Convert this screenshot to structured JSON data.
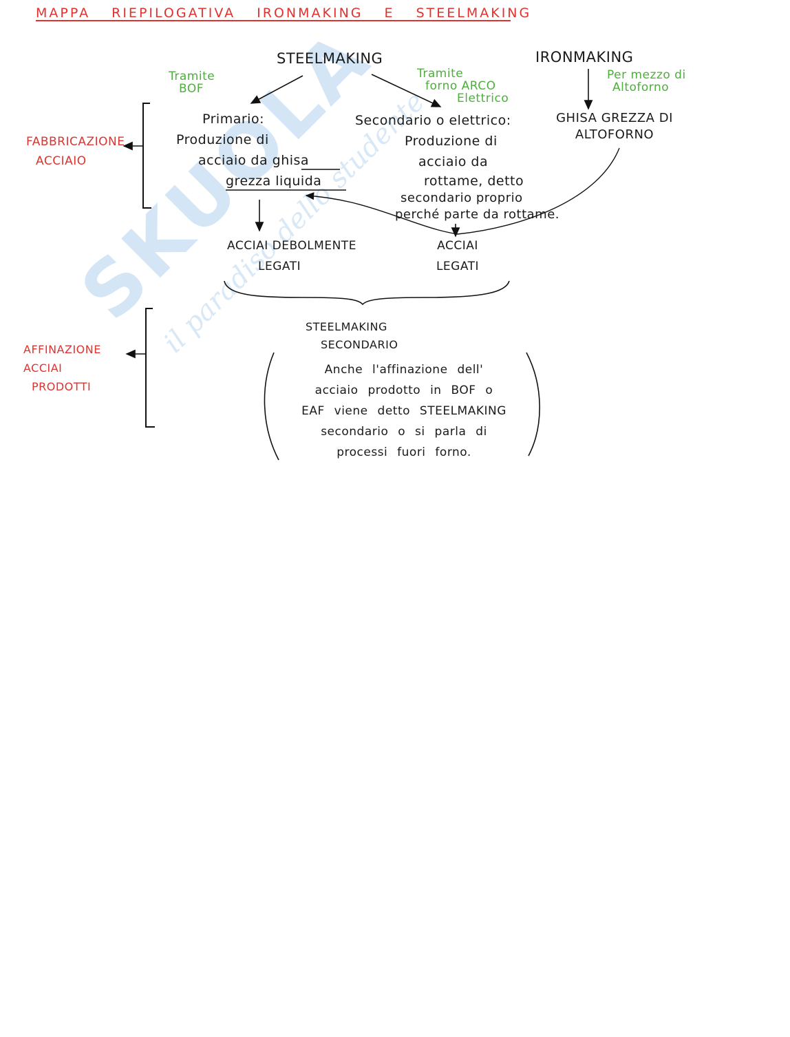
{
  "title": "MAPPA RIEPILOGATIVA IRONMAKING E STEELMAKING",
  "watermark": {
    "brand": "SKUOLA.NET",
    "tagline": "il paradiso dello studente"
  },
  "nodes": {
    "steelmaking": "STEELMAKING",
    "ironmaking": "IRONMAKING",
    "primario": [
      "Primario:",
      "Produzione di",
      "acciaio da ghisa",
      "grezza liquida"
    ],
    "secondario": [
      "Secondario o elettrico:",
      "Produzione di",
      "acciaio da",
      "rottame, detto",
      "secondario proprio",
      "perché parte da rottame."
    ],
    "ghisa": [
      "GHISA GREZZA DI",
      "ALTOFORNO"
    ],
    "acciai_debolmente": [
      "ACCIAI DEBOLMENTE",
      "LEGATI"
    ],
    "acciai_legati": [
      "ACCIAI",
      "LEGATI"
    ],
    "steelmaking_secondario": [
      "STEELMAKING",
      "SECONDARIO"
    ],
    "descrizione": [
      "Anche l'affinazione dell'",
      "acciaio prodotto in BOF o",
      "EAF viene detto STEELMAKING",
      "secondario o si parla di",
      "processi fuori forno."
    ]
  },
  "edge_labels": {
    "bof": [
      "Tramite",
      "BOF"
    ],
    "eaf": [
      "Tramite",
      "forno ARCO",
      "Elettrico"
    ],
    "altoforno": [
      "Per mezzo di",
      "Altoforno"
    ]
  },
  "side_labels": {
    "fabbricazione": [
      "FABBRICAZIONE",
      "ACCIAIO"
    ],
    "affinazione": [
      "AFFINAZIONE",
      "ACCIAI",
      "PRODOTTI"
    ]
  },
  "colors": {
    "title": "#e0322e",
    "labels": "#4caf3a",
    "side": "#e0322e"
  }
}
